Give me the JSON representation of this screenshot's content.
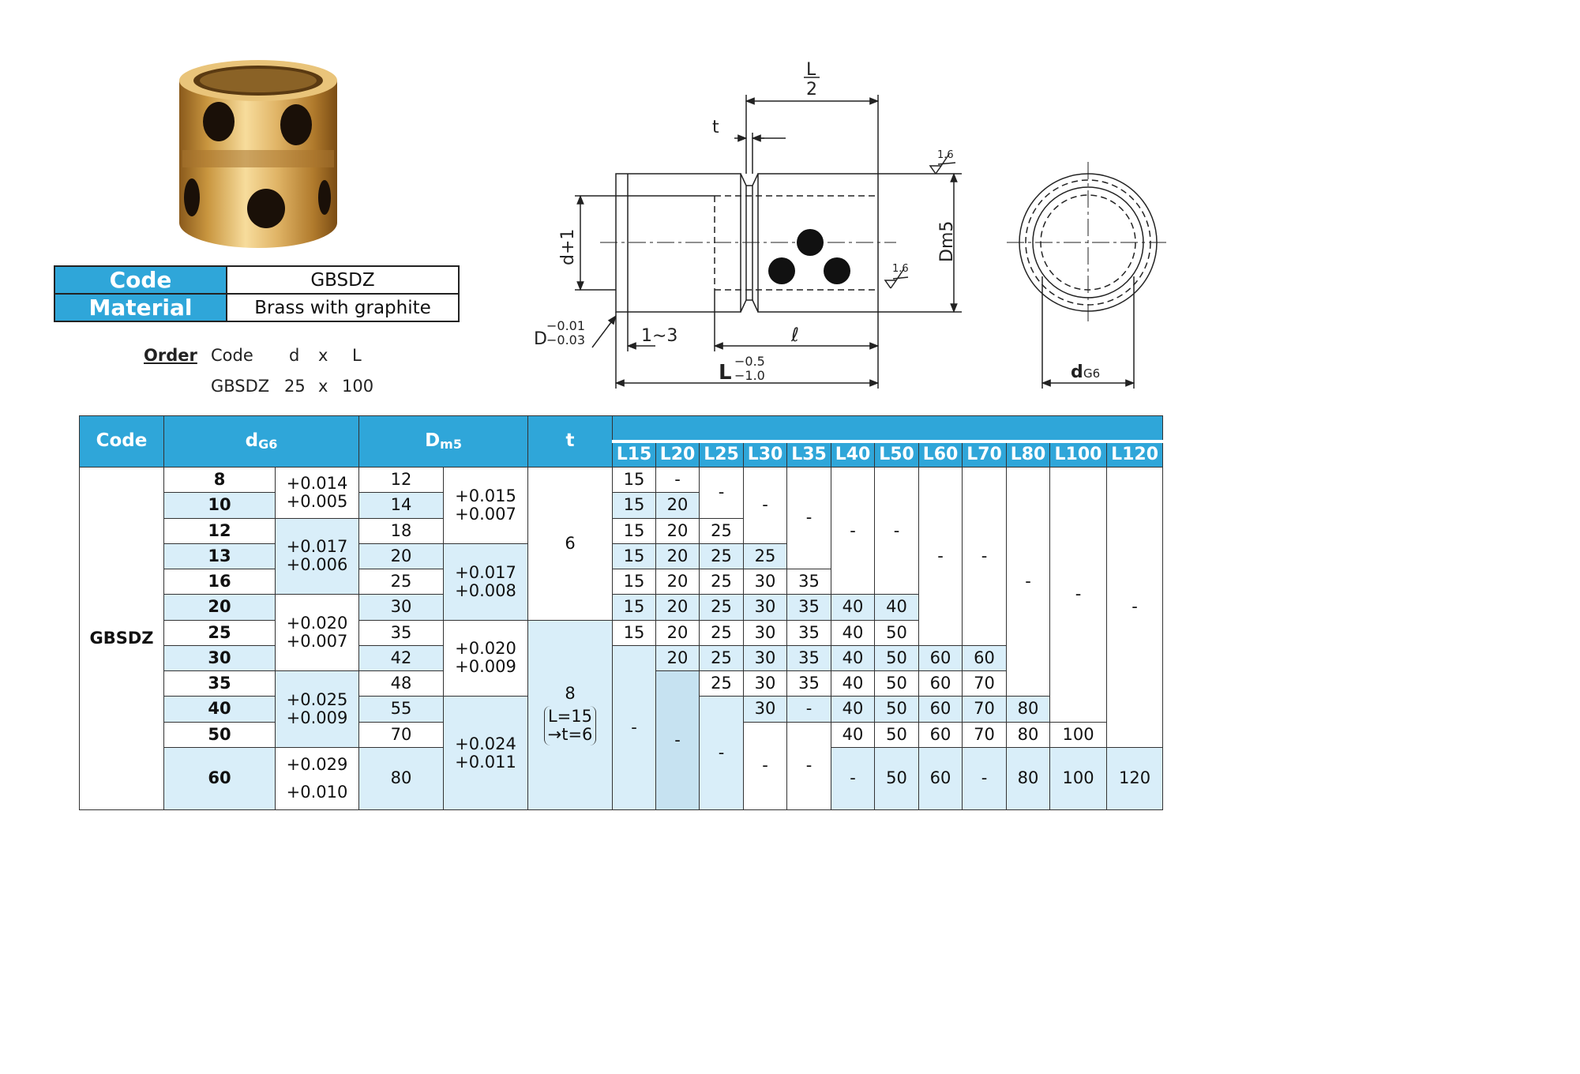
{
  "info": {
    "code_label": "Code",
    "code_value": "GBSDZ",
    "material_label": "Material",
    "material_value": "Brass with graphite"
  },
  "order": {
    "title": "Order",
    "col_code": "Code",
    "col_d": "d",
    "col_x": "x",
    "col_L": "L",
    "ex_code": "GBSDZ",
    "ex_d": "25",
    "ex_x": "x",
    "ex_L": "100"
  },
  "drawing": {
    "L_half_num": "L",
    "L_half_den": "2",
    "t": "t",
    "d_plus": "d+1",
    "D_main": "D",
    "D_up": "−0.01",
    "D_low": "−0.03",
    "range_13": "1∼3",
    "ell": "ℓ",
    "L_main": "L",
    "L_up": "−0.5",
    "L_low": "−1.0",
    "rough_1": "1.6",
    "rough_2": "1.6",
    "Dm5": "Dm5",
    "dG6_main": "d",
    "dG6_sub": "G6"
  },
  "table": {
    "h_code": "Code",
    "h_d": "d",
    "h_d_sub": "G6",
    "h_D": "D",
    "h_D_sub": "m5",
    "h_t": "t",
    "lengths": [
      "L15",
      "L20",
      "L25",
      "L30",
      "L35",
      "L40",
      "L50",
      "L60",
      "L70",
      "L80",
      "L100",
      "L120"
    ],
    "code": "GBSDZ",
    "d": [
      "8",
      "10",
      "12",
      "13",
      "16",
      "20",
      "25",
      "30",
      "35",
      "40",
      "50",
      "60"
    ],
    "d_tol": [
      {
        "up": "+0.014",
        "low": "+0.005"
      },
      {
        "up": "+0.017",
        "low": "+0.006"
      },
      {
        "up": "+0.020",
        "low": "+0.007"
      },
      {
        "up": "+0.025",
        "low": "+0.009"
      },
      {
        "up": "+0.029",
        "low": "+0.010"
      }
    ],
    "D": [
      "12",
      "14",
      "18",
      "20",
      "25",
      "30",
      "35",
      "42",
      "48",
      "55",
      "70",
      "80"
    ],
    "D_tol": [
      {
        "up": "+0.015",
        "low": "+0.007"
      },
      {
        "up": "+0.017",
        "low": "+0.008"
      },
      {
        "up": "+0.020",
        "low": "+0.009"
      },
      {
        "up": "+0.024",
        "low": "+0.011"
      }
    ],
    "t_small": "6",
    "t_large": "8",
    "t_note_1": "L=15",
    "t_note_2": "→t=6",
    "dash": "-",
    "v15": "15",
    "v20": "20",
    "v25": "25",
    "v30": "30",
    "v35": "35",
    "v40": "40",
    "v50": "50",
    "v60": "60",
    "v70": "70",
    "v80": "80",
    "v100": "100",
    "v120": "120"
  }
}
